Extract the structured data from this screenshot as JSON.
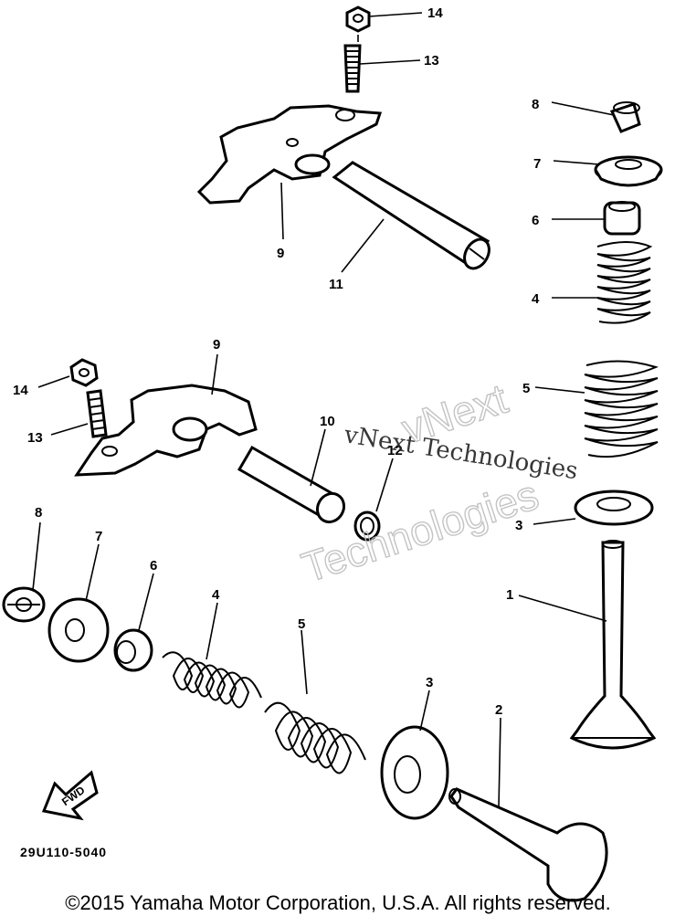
{
  "callouts": {
    "c14_top": "14",
    "c13_top": "13",
    "c9_top": "9",
    "c11": "11",
    "c8_right": "8",
    "c7_right": "7",
    "c6_right": "6",
    "c4_right": "4",
    "c5_right": "5",
    "c3_right": "3",
    "c1": "1",
    "c9_mid": "9",
    "c14_mid": "14",
    "c13_mid": "13",
    "c10": "10",
    "c12": "12",
    "c8_left": "8",
    "c7_left": "7",
    "c6_left": "6",
    "c4_left": "4",
    "c5_left": "5",
    "c3_left": "3",
    "c2": "2"
  },
  "fwd_mark": "FWD",
  "ref_code": "29U110-5040",
  "watermark": {
    "line1": "vNext Technologies",
    "outline_line1": "vNext",
    "outline_line2": "Technologies"
  },
  "copyright": "©2015 Yamaha Motor Corporation, U.S.A. All rights reserved."
}
